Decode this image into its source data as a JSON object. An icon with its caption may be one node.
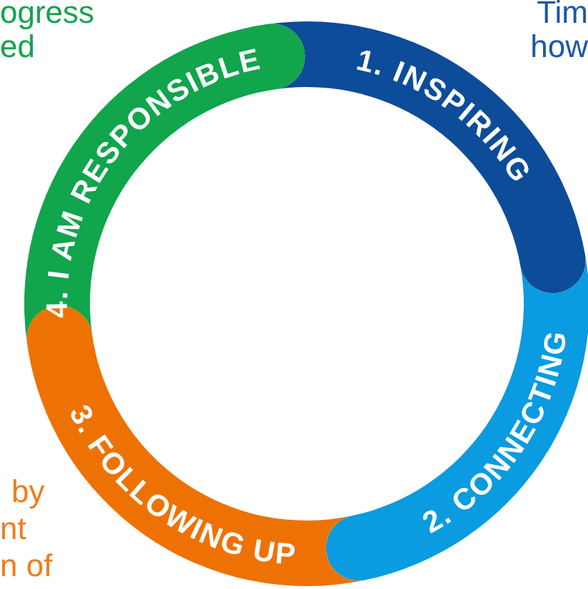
{
  "diagram": {
    "nodes": [
      {
        "text": [
          "1. INSPIRING"
        ]
      },
      {
        "text": [
          "2. CONNECTING"
        ]
      },
      {
        "text": [
          "3. FOLLOWING UP"
        ]
      },
      {
        "text": [
          "4. I AM RESPONSIBLE"
        ]
      }
    ],
    "edges": [],
    "labels": [
      "ogress",
      "ed",
      "Tim",
      "how",
      "by",
      "nt",
      "n of"
    ]
  }
}
